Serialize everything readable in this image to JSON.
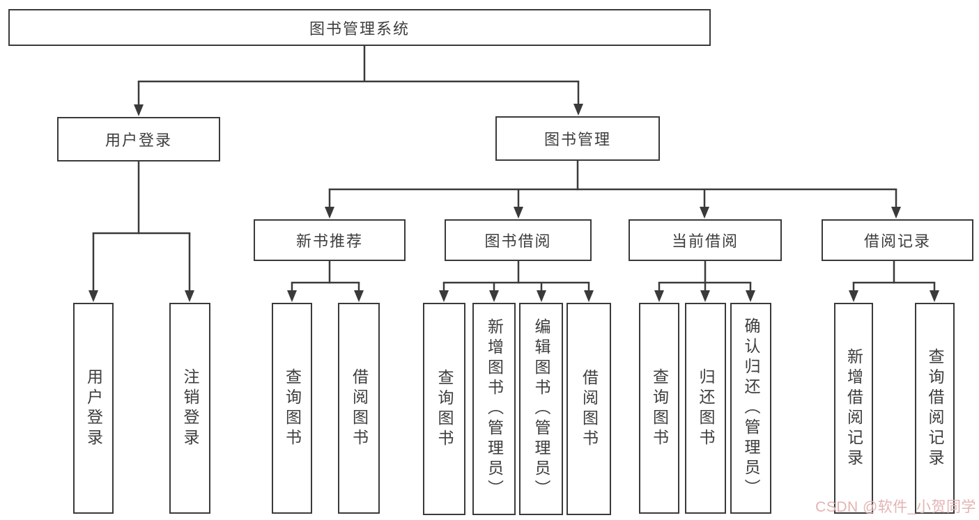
{
  "diagram": {
    "nodes": {
      "root": {
        "label": "图书管理系统"
      },
      "user_login": {
        "label": "用户登录"
      },
      "book_management": {
        "label": "图书管理"
      },
      "new_book_recommend": {
        "label": "新书推荐"
      },
      "book_borrow": {
        "label": "图书借阅"
      },
      "current_borrow": {
        "label": "当前借阅"
      },
      "borrow_records": {
        "label": "借阅记录"
      },
      "leaf_user_login": {
        "label": "用户登录"
      },
      "leaf_logout": {
        "label": "注销登录"
      },
      "leaf_query_books_1": {
        "label": "查询图书"
      },
      "leaf_borrow_books_1": {
        "label": "借阅图书"
      },
      "leaf_query_books_2": {
        "label": "查询图书"
      },
      "leaf_add_book_admin": {
        "label": "新增图书（管理员）"
      },
      "leaf_edit_book_admin": {
        "label": "编辑图书（管理员）"
      },
      "leaf_borrow_books_2": {
        "label": "借阅图书"
      },
      "leaf_query_books_3": {
        "label": "查询图书"
      },
      "leaf_return_books": {
        "label": "归还图书"
      },
      "leaf_confirm_return_admin": {
        "label": "确认归还（管理员）"
      },
      "leaf_add_borrow_record": {
        "label": "新增借阅记录"
      },
      "leaf_query_borrow_record": {
        "label": "查询借阅记录"
      }
    },
    "hierarchy": {
      "图书管理系统": [
        "用户登录",
        "图书管理"
      ],
      "用户登录": [
        "用户登录",
        "注销登录"
      ],
      "图书管理": [
        "新书推荐",
        "图书借阅",
        "当前借阅",
        "借阅记录"
      ],
      "新书推荐": [
        "查询图书",
        "借阅图书"
      ],
      "图书借阅": [
        "查询图书",
        "新增图书（管理员）",
        "编辑图书（管理员）",
        "借阅图书"
      ],
      "当前借阅": [
        "查询图书",
        "归还图书",
        "确认归还（管理员）"
      ],
      "借阅记录": [
        "新增借阅记录",
        "查询借阅记录"
      ]
    }
  },
  "watermark": {
    "text": "CSDN @软件_小贺同学",
    "color": "#e3b3b3"
  },
  "colors": {
    "line": "#3a3a3a",
    "box_border": "#3a3a3a",
    "box_background": "#ffffff",
    "text": "#3d3d3d",
    "page_background": "#ffffff"
  }
}
